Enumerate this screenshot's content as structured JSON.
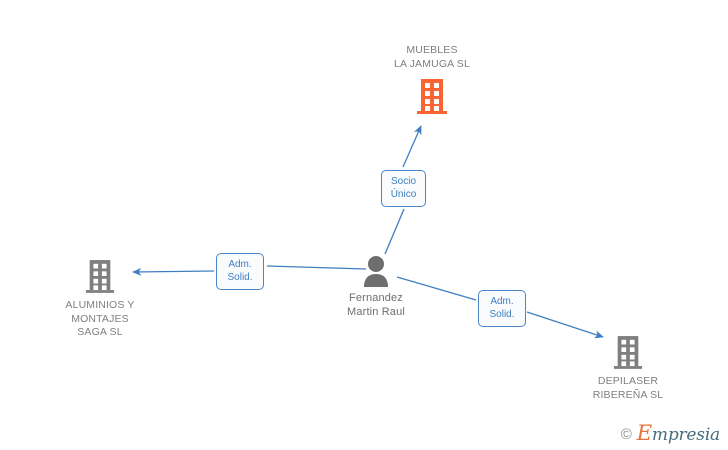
{
  "diagram": {
    "type": "corporate-relationship-graph",
    "background_color": "#ffffff",
    "edge_color": "#3f7fc1",
    "highlight_color": "#fa6432",
    "node_color": "#7f7f7f",
    "nodes": [
      {
        "id": "muebles",
        "label": "MUEBLES\nLA JAMUGA SL",
        "icon": "building-icon",
        "kind": "company",
        "highlighted": true,
        "color": "#fa6432"
      },
      {
        "id": "person",
        "label": "Fernandez\nMartin Raul",
        "icon": "person-icon",
        "kind": "person",
        "highlighted": false,
        "color": "#6e6e6e"
      },
      {
        "id": "aluminios",
        "label": "ALUMINIOS Y\nMONTAJES\nSAGA SL",
        "icon": "building-icon",
        "kind": "company",
        "highlighted": false,
        "color": "#7f7f7f"
      },
      {
        "id": "depilaser",
        "label": "DEPILASER\nRIBEREÑA SL",
        "icon": "building-icon",
        "kind": "company",
        "highlighted": false,
        "color": "#7f7f7f"
      }
    ],
    "edges": [
      {
        "id": "edge-socio-unico",
        "from": "person",
        "to": "muebles",
        "label": "Socio\nÚnico",
        "direction": "up-right"
      },
      {
        "id": "edge-adm-solid-aluminios",
        "from": "person",
        "to": "aluminios",
        "label": "Adm.\nSolid.",
        "direction": "left"
      },
      {
        "id": "edge-adm-solid-depilaser",
        "from": "person",
        "to": "depilaser",
        "label": "Adm.\nSolid.",
        "direction": "down-right"
      }
    ]
  },
  "watermark": {
    "copyright": "©",
    "brand_initial": "E",
    "brand_rest": "mpresia",
    "brand_color": "#e8703a",
    "text_color": "#4a6d7c"
  }
}
